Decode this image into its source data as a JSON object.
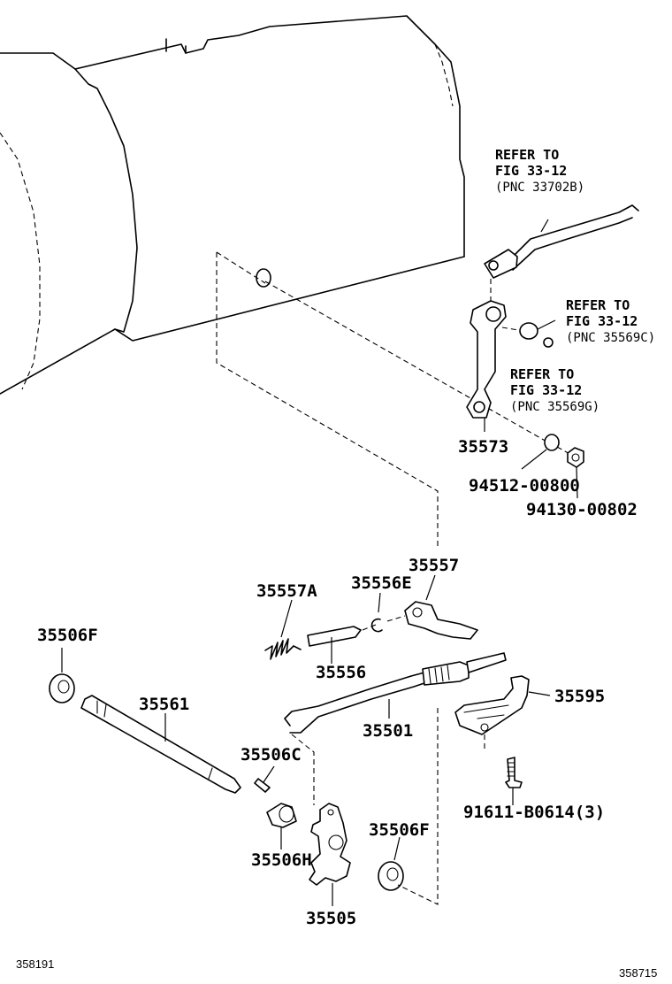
{
  "refer_notes": [
    {
      "line1": "REFER TO",
      "line2": "FIG 33-12",
      "line3": "(PNC 33702B)"
    },
    {
      "line1": "REFER TO",
      "line2": "FIG 33-12",
      "line3": "(PNC 35569C)"
    },
    {
      "line1": "REFER TO",
      "line2": "FIG 33-12",
      "line3": "(PNC 35569G)"
    }
  ],
  "part_labels": {
    "p35573": "35573",
    "p94512": "94512-00800",
    "p94130": "94130-00802",
    "p35557": "35557",
    "p35557A": "35557A",
    "p35556E": "35556E",
    "p35556": "35556",
    "p35506F_left": "35506F",
    "p35561": "35561",
    "p35501": "35501",
    "p35595": "35595",
    "p35506C": "35506C",
    "p91611": "91611-B0614(3)",
    "p35506H": "35506H",
    "p35506F_right": "35506F",
    "p35505": "35505"
  },
  "corner_codes": {
    "left": "358191",
    "right": "358715"
  }
}
